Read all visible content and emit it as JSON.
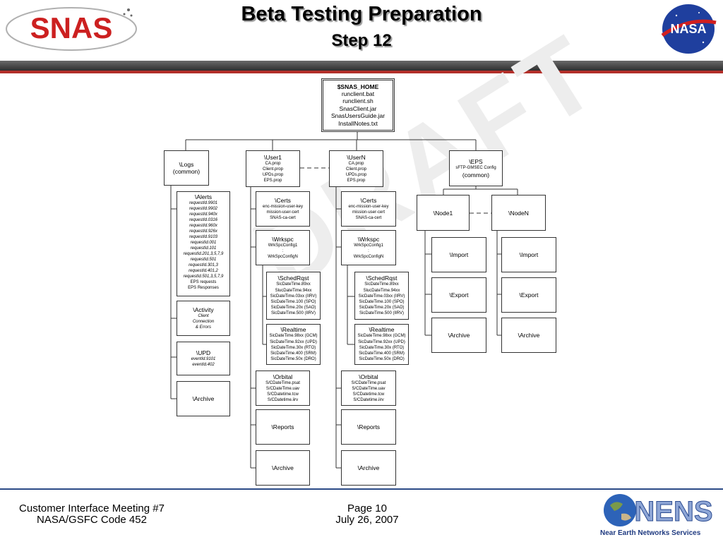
{
  "header": {
    "title": "Beta Testing Preparation",
    "subtitle": "Step 12",
    "snas_logo_text": "SNAS",
    "nasa_logo_text": "NASA"
  },
  "watermark": "DRAFT",
  "tree": {
    "root": {
      "label": "$SNAS_HOME",
      "items": [
        "runclient.bat",
        "runclient.sh",
        "SnasClient.jar",
        "SnasUsersGuide.jar",
        "InstallNotes.txt"
      ]
    },
    "logs": {
      "label": "\\Logs",
      "note": "(common)"
    },
    "alerts": {
      "label": "\\Alerts",
      "items": [
        "requestId.9901",
        "requestId.9902",
        "requestId.940x",
        "requestId.0316",
        "requestId.960x",
        "requestId.926x",
        "requestId.9103",
        "requestId.001",
        "requestId.101",
        "requestId.201,3,5,7,9",
        "requestId.501",
        "requestId.301,3",
        "requestId.401,2",
        "requestId.501,3,5,7,9",
        "EPS requests",
        "EPS Responses"
      ]
    },
    "activity": {
      "label": "\\Activity",
      "items": [
        "Client",
        "Connection",
        "& Errors"
      ]
    },
    "upd": {
      "label": "\\UPD",
      "items": [
        "eventId.9101",
        "eventId.402"
      ]
    },
    "logs_archive": {
      "label": "\\Archive"
    },
    "user1": {
      "label": "\\User1",
      "items": [
        "CA.prop",
        "Client.prop",
        "UPDs.prop",
        "EPS.prop"
      ]
    },
    "usern": {
      "label": "\\UserN",
      "items": [
        "CA.prop",
        "Client.prop",
        "UPDs.prop",
        "EPS.prop"
      ]
    },
    "certs": {
      "label": "\\Certs",
      "items": [
        "enc-mission-user-key",
        "mission-user-cert",
        "SNAS-ca-cert"
      ]
    },
    "wrkspc": {
      "label": "\\Wrkspc",
      "items": [
        "WrkSpcConfig1",
        ":",
        "WrkSpcConfigN"
      ]
    },
    "schedrqst": {
      "label": "\\SchedRqst",
      "items": [
        "SicDateTime.89xx",
        "SlucDateTime.94xx",
        "SicDateTime.03xx (IIRV)",
        "SicDateTime.100 (SPO)",
        "SicDateTime.20x (SAO)",
        "SicDateTime.500 (IIRV)"
      ]
    },
    "realtime": {
      "label": "\\Realtime",
      "items": [
        "SicDateTime.98xx (GCM)",
        "SicDateTime.92xx (UPD)",
        "SicDateTime.30x (RTO)",
        "SicDateTime.400 (SRM)",
        "SicDateTime.50x (DRO)"
      ]
    },
    "orbital": {
      "label": "\\Orbital",
      "items": [
        "S/CDateTime.psat",
        "S/CDateTime.uav",
        "S/CDatetime.tcw",
        "S/CDatetime.iirv"
      ]
    },
    "reports": {
      "label": "\\Reports"
    },
    "archive": {
      "label": "\\Archive"
    },
    "eps": {
      "label": "\\EPS",
      "items": [
        "sFTP-GMSEC Config"
      ],
      "note": "(common)"
    },
    "node1": {
      "label": "\\Node1"
    },
    "noden": {
      "label": "\\NodeN"
    },
    "import": {
      "label": "\\Import"
    },
    "export": {
      "label": "\\Export"
    },
    "node_archive": {
      "label": "\\Archive"
    }
  },
  "footer": {
    "left_line1": "Customer Interface Meeting #7",
    "left_line2": "NASA/GSFC Code 452",
    "center_line1": "Page 10",
    "center_line2": "July 26, 2007",
    "nens_logo_text": "NENS",
    "nens_caption": "Near Earth Networks Services"
  }
}
